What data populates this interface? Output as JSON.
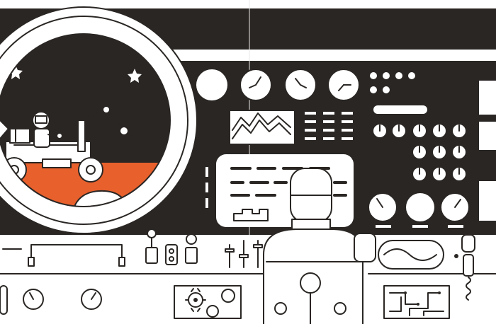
{
  "palette": {
    "dark": "#2a2624",
    "light": "#ffffff",
    "accent": "#e8602c"
  },
  "icons": {
    "window": "porthole-window",
    "vehicle": "lunar-rover-icon",
    "astronaut": "astronaut-icon",
    "arm": "robotic-arm-icon",
    "gauges": "dial-gauge-icon",
    "lever": "lever-icon",
    "phone": "telephone-icon",
    "gears": "gear-icon",
    "circuit": "circuit-board-icon"
  },
  "clock_dials": 3,
  "indicator_dots": 7,
  "small_knobs": 13,
  "big_dials": 3
}
